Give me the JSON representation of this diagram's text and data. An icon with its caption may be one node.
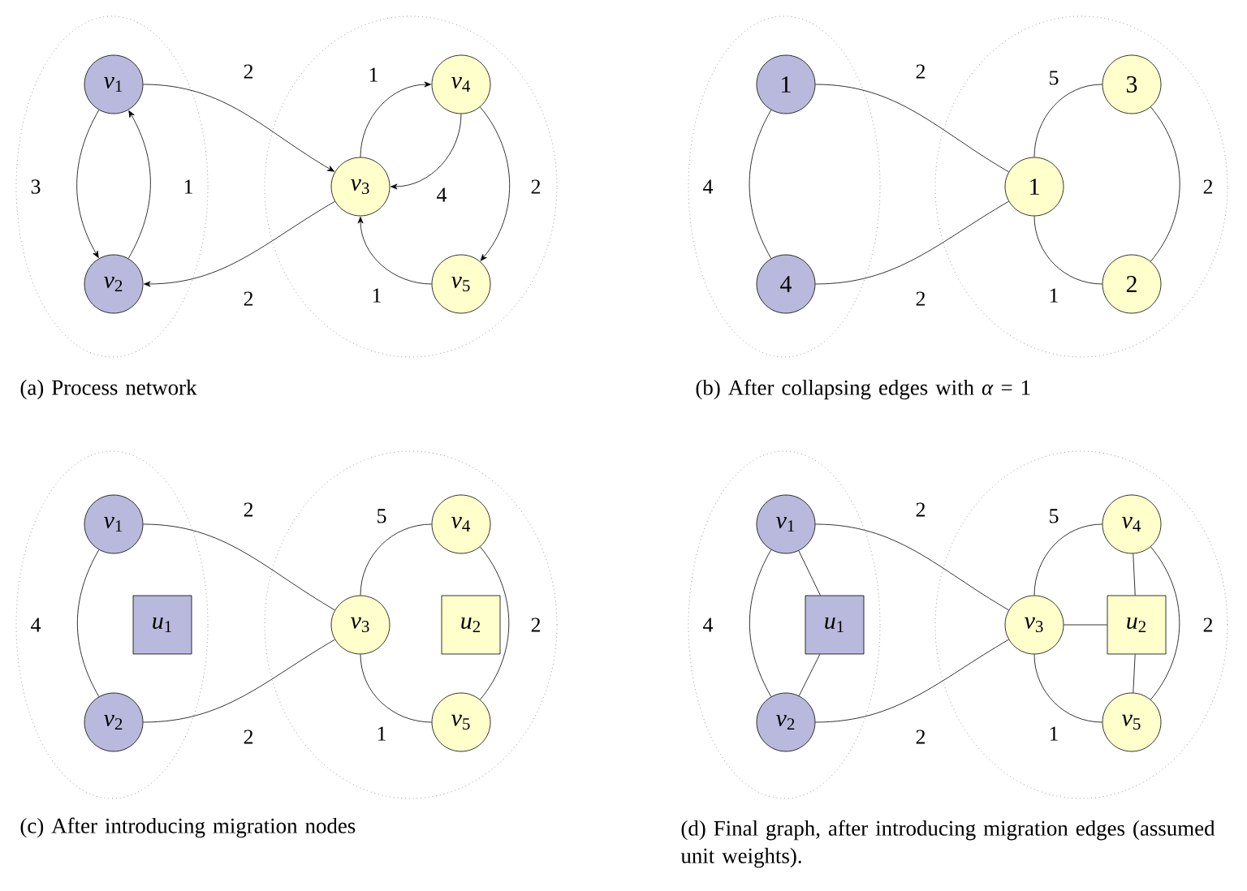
{
  "diagram": {
    "nodes": [
      {
        "text": [],
        "shape": "ellipse"
      },
      {
        "text": [],
        "shape": "ellipse"
      },
      {
        "text": [
          "*v*$_{1}$"
        ],
        "in": 0
      },
      {
        "text": [
          "*v*$_{2}$"
        ],
        "in": 0
      },
      {
        "text": [
          "*v*$_{3}$"
        ],
        "in": 1
      },
      {
        "text": [
          "*v*$_{4}$"
        ],
        "in": 1
      },
      {
        "text": [
          "*v*$_{5}$"
        ],
        "in": 1
      },
      {
        "text": [],
        "shape": "ellipse"
      },
      {
        "text": [],
        "shape": "ellipse"
      },
      {
        "text": [
          "1"
        ],
        "in": 7
      },
      {
        "text": [
          "4"
        ],
        "in": 7
      },
      {
        "text": [
          "1"
        ],
        "in": 8
      },
      {
        "text": [
          "3"
        ],
        "in": 8
      },
      {
        "text": [
          "2"
        ],
        "in": 8
      },
      {
        "text": [],
        "shape": "ellipse"
      },
      {
        "text": [],
        "shape": "ellipse"
      },
      {
        "text": [
          "*v*$_{1}$"
        ],
        "in": 14
      },
      {
        "text": [
          "*v*$_{2}$"
        ],
        "in": 14
      },
      {
        "text": [
          "*u*$_{1}$"
        ],
        "in": 14
      },
      {
        "text": [
          "*v*$_{3}$"
        ],
        "in": 15
      },
      {
        "text": [
          "*u*$_{2}$"
        ],
        "in": 15
      },
      {
        "text": [
          "*v*$_{4}$"
        ],
        "in": 15
      },
      {
        "text": [
          "*v*$_{5}$"
        ],
        "in": 15
      },
      {
        "text": [],
        "shape": "ellipse"
      },
      {
        "text": [],
        "shape": "ellipse"
      },
      {
        "text": [
          "*v*$_{1}$"
        ],
        "in": 23
      },
      {
        "text": [
          "*v*$_{2}$"
        ],
        "in": 23
      },
      {
        "text": [
          "*u*$_{1}$"
        ],
        "in": 23
      },
      {
        "text": [
          "*v*$_{3}$"
        ],
        "in": 24
      },
      {
        "text": [
          "*u*$_{2}$"
        ],
        "in": 24
      },
      {
        "text": [
          "*v*$_{4}$"
        ],
        "in": 24
      },
      {
        "text": [
          "*v*$_{5}$"
        ],
        "in": 24
      }
    ],
    "edges": [
      {
        "from": 2,
        "to": 3,
        "arrow": "to",
        "label": "3"
      },
      {
        "from": 3,
        "to": 2,
        "arrow": "to",
        "label": "1"
      },
      {
        "from": 2,
        "to": 4,
        "arrow": "to",
        "label": "2"
      },
      {
        "from": 4,
        "to": 3,
        "arrow": "to",
        "label": "2"
      },
      {
        "from": 4,
        "to": 5,
        "arrow": "to",
        "label": "1"
      },
      {
        "from": 5,
        "to": 4,
        "arrow": "to",
        "label": "4"
      },
      {
        "from": 5,
        "to": 6,
        "arrow": "to",
        "label": "2"
      },
      {
        "from": 6,
        "to": 4,
        "arrow": "to",
        "label": "1"
      },
      {
        "from": 9,
        "to": 10,
        "arrow": "none",
        "label": "4"
      },
      {
        "from": 9,
        "to": 11,
        "arrow": "none",
        "label": "2"
      },
      {
        "from": 10,
        "to": 11,
        "arrow": "none",
        "label": "2"
      },
      {
        "from": 11,
        "to": 12,
        "arrow": "none",
        "label": "5"
      },
      {
        "from": 12,
        "to": 13,
        "arrow": "none",
        "label": "2"
      },
      {
        "from": 11,
        "to": 13,
        "arrow": "none",
        "label": "1"
      },
      {
        "from": 16,
        "to": 17,
        "arrow": "none",
        "label": "4"
      },
      {
        "from": 16,
        "to": 19,
        "arrow": "none",
        "label": "2"
      },
      {
        "from": 17,
        "to": 19,
        "arrow": "none",
        "label": "2"
      },
      {
        "from": 19,
        "to": 21,
        "arrow": "none",
        "label": "5"
      },
      {
        "from": 21,
        "to": 22,
        "arrow": "none",
        "label": "2"
      },
      {
        "from": 19,
        "to": 22,
        "arrow": "none",
        "label": "1"
      },
      {
        "from": 25,
        "to": 26,
        "arrow": "none",
        "label": "4"
      },
      {
        "from": 25,
        "to": 28,
        "arrow": "none",
        "label": "2"
      },
      {
        "from": 26,
        "to": 28,
        "arrow": "none",
        "label": "2"
      },
      {
        "from": 28,
        "to": 30,
        "arrow": "none",
        "label": "5"
      },
      {
        "from": 30,
        "to": 31,
        "arrow": "none",
        "label": "2"
      },
      {
        "from": 28,
        "to": 31,
        "arrow": "none",
        "label": "1"
      },
      {
        "from": 25,
        "to": 27,
        "arrow": "none"
      },
      {
        "from": 26,
        "to": 27,
        "arrow": "none"
      },
      {
        "from": 28,
        "to": 29,
        "arrow": "none"
      },
      {
        "from": 30,
        "to": 29,
        "arrow": "none"
      },
      {
        "from": 31,
        "to": 29,
        "arrow": "none"
      }
    ],
    "labels": [
      "(a) Process network",
      "(b) After collapsing edges with *α* = 1",
      "(c) After introducing migration nodes",
      "(d) Final graph, after introducing migration edges (assumed unit weights)."
    ]
  }
}
